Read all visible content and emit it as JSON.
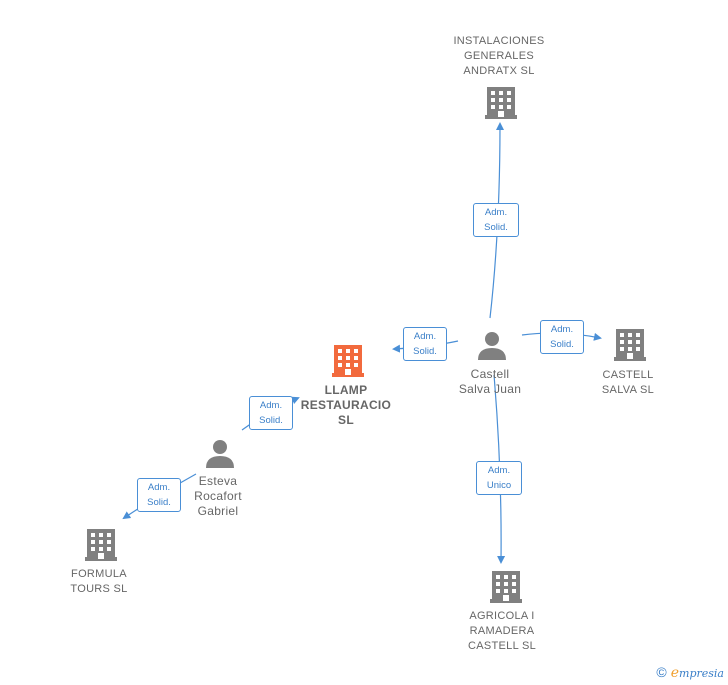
{
  "nodes": {
    "instalaciones": {
      "lines": [
        "INSTALACIONES",
        "GENERALES",
        "ANDRATX  SL"
      ],
      "type": "company"
    },
    "llamp": {
      "lines": [
        "LLAMP",
        "RESTAURACIO",
        "SL"
      ],
      "type": "company-main"
    },
    "castell_sl": {
      "lines": [
        "CASTELL",
        "SALVA  SL"
      ],
      "type": "company"
    },
    "formula": {
      "lines": [
        "FORMULA",
        "TOURS  SL"
      ],
      "type": "company"
    },
    "agricola": {
      "lines": [
        "AGRICOLA I",
        "RAMADERA",
        "CASTELL  SL"
      ],
      "type": "company"
    },
    "castell_juan": {
      "lines": [
        "Castell",
        "Salva Juan"
      ],
      "type": "person"
    },
    "esteva": {
      "lines": [
        "Esteva",
        "Rocafort",
        "Gabriel"
      ],
      "type": "person"
    }
  },
  "edges": {
    "to_instalaciones": {
      "lines": [
        "Adm.",
        "Solid."
      ]
    },
    "to_llamp": {
      "lines": [
        "Adm.",
        "Solid."
      ]
    },
    "to_castell_sl": {
      "lines": [
        "Adm.",
        "Solid."
      ]
    },
    "to_agricola": {
      "lines": [
        "Adm.",
        "Unico"
      ]
    },
    "esteva_to_llamp": {
      "lines": [
        "Adm.",
        "Solid."
      ]
    },
    "esteva_to_formula": {
      "lines": [
        "Adm.",
        "Solid."
      ]
    }
  },
  "colors": {
    "edge": "#4a8fd6",
    "company": "#808080",
    "main_company": "#f26a3d",
    "person": "#808080"
  },
  "watermark": {
    "symbol": "©",
    "brand_first": "e",
    "brand_rest": "mpresia"
  }
}
